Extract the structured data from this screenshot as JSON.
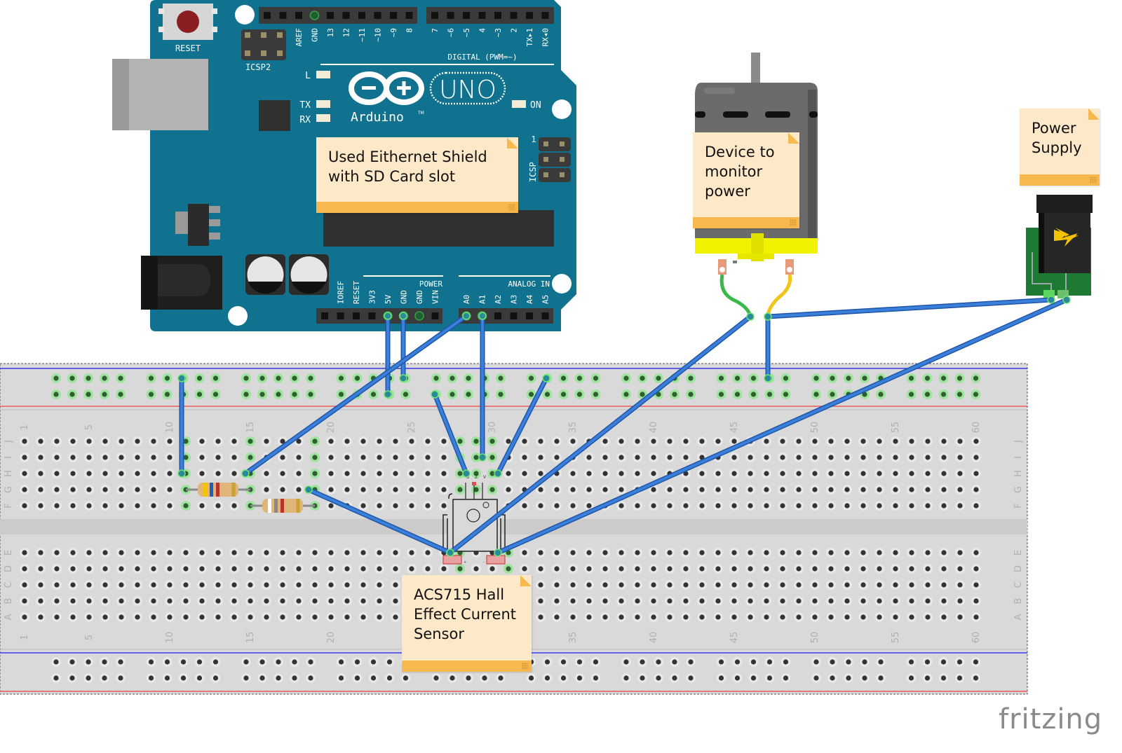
{
  "diagram": {
    "tool_watermark": "fritzing",
    "arduino": {
      "board_name": "UNO",
      "brand": "Arduino",
      "trademark": "TM",
      "reset_label": "RESET",
      "icsp2_label": "ICSP2",
      "icsp_label": "ICSP",
      "icsp_pin1": "1",
      "led_labels": {
        "l": "L",
        "tx": "TX",
        "rx": "RX",
        "on": "ON"
      },
      "digital_header_label": "DIGITAL (PWM=~)",
      "digital_pins_left": [
        "AREF",
        "GND",
        "13",
        "12",
        "~11",
        "~10",
        "~9",
        "8"
      ],
      "digital_pins_right": [
        "7",
        "~6",
        "~5",
        "4",
        "~3",
        "2",
        "TX▸1",
        "RX◂0"
      ],
      "power_header_label": "POWER",
      "power_pins": [
        "",
        "IOREF",
        "RESET",
        "3V3",
        "5V",
        "GND",
        "GND",
        "VIN"
      ],
      "analog_header_label": "ANALOG IN",
      "analog_pins": [
        "A0",
        "A1",
        "A2",
        "A3",
        "A4",
        "A5"
      ],
      "colors": {
        "pcb": "#10728f",
        "header": "#3a3a3a",
        "silk": "#ffffff"
      }
    },
    "notes": [
      {
        "id": "shield-note",
        "text": "Used Eithernet Shield\nwith SD Card slot"
      },
      {
        "id": "device-note",
        "text": "Device to\nmonitor\npower"
      },
      {
        "id": "power-note",
        "text": "Power\nSupply"
      },
      {
        "id": "sensor-note",
        "text": "ACS715 Hall\nEffect Current\nSensor"
      }
    ],
    "breadboard": {
      "column_count": 60,
      "column_labels": [
        "1",
        "5",
        "10",
        "15",
        "20",
        "25",
        "30",
        "35",
        "40",
        "45",
        "50",
        "55",
        "60"
      ],
      "top_row_labels": [
        "J",
        "I",
        "H",
        "G",
        "F"
      ],
      "bottom_row_labels": [
        "E",
        "D",
        "C",
        "B",
        "A"
      ],
      "colors": {
        "board": "#d9d9d9",
        "hole": "#333333",
        "active_hole": "#7ed67e",
        "rail_positive": "#e85a5a",
        "rail_negative": "#3a3ae8",
        "wire": "#2e6fd4"
      }
    },
    "sensor": {
      "part": "ACS715 Hall Effect Current Sensor",
      "pin_labels": [
        "G",
        "Z",
        "V"
      ],
      "terminal_labels": [
        "+",
        "-"
      ]
    },
    "motor": {
      "lead_colors": [
        "#3cb84a",
        "#f0c419"
      ]
    },
    "power_jack": {
      "icon": "lightning-bolt-icon"
    },
    "resistors": [
      {
        "bands": [
          "#f5c400",
          "#1e5fbf",
          "#b8342a",
          "#c9a032"
        ]
      },
      {
        "bands": [
          "#ffffff",
          "#8a8a8a",
          "#b8342a",
          "#c9a032"
        ]
      }
    ]
  }
}
